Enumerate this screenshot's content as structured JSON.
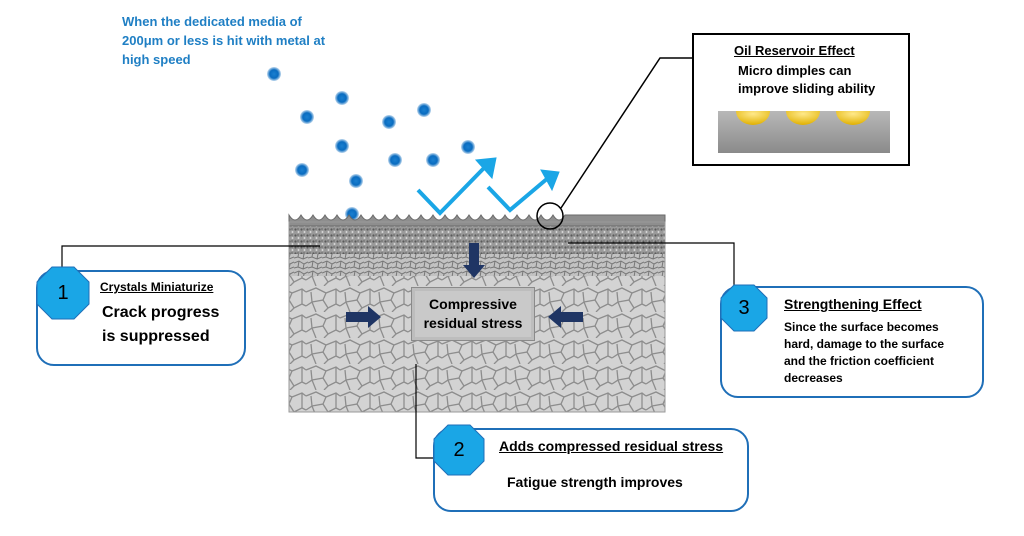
{
  "intro": {
    "text": "When the dedicated  media of\n200μm or less is hit with metal at\nhigh speed"
  },
  "oil_reservoir": {
    "title": "Oil Reservoir Effect",
    "line1": "Micro dimples can",
    "line2": "improve sliding ability"
  },
  "center_box": {
    "line1": "Compressive",
    "line2": "residual stress"
  },
  "callout1": {
    "number": "1",
    "title": "Crystals Miniaturize",
    "line1": "Crack progress",
    "line2": "is suppressed"
  },
  "callout2": {
    "number": "2",
    "title": "Adds compressed residual stress",
    "line1": "Fatigue strength improves"
  },
  "callout3": {
    "number": "3",
    "title": "Strengthening Effect",
    "line1": "Since the surface becomes",
    "line2": "hard, damage to the surface",
    "line3": "and the friction coefficient",
    "line4": "decreases"
  },
  "colors": {
    "media_blue": "#1f7fc4",
    "badge_blue": "#1aa6e6",
    "callout_border": "#1f6fb8",
    "arrow_navy": "#1f3564",
    "dimple_yellow": "#f2c314"
  }
}
